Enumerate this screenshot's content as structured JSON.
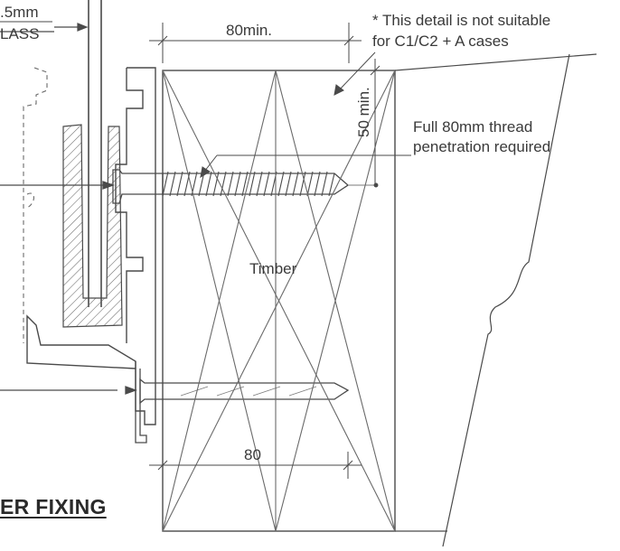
{
  "labels": {
    "glass_size": ".5mm",
    "glass": "LASS",
    "note_line1": "* This detail is not suitable",
    "note_line2": "for C1/C2 + A cases",
    "dim_top": "80min.",
    "dim_side": "50 min.",
    "thread_line1": "Full 80mm thread",
    "thread_line2": "penetration required",
    "timber": "Timber",
    "dim_bottom": "80",
    "section_title": "ER FIXING"
  },
  "colors": {
    "line": "#4a4a4a",
    "thin": "#7a7a7a",
    "hatch": "#6a6a6a",
    "text": "#3a3a3a"
  }
}
